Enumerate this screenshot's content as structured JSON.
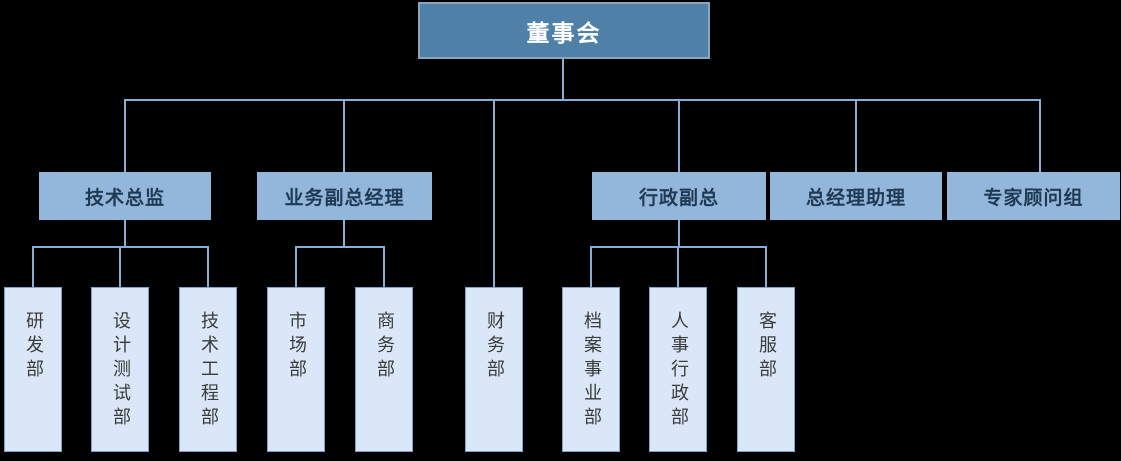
{
  "org": {
    "root": {
      "label": "董事会"
    },
    "managers": [
      {
        "label": "技术总监",
        "reports_to": "董事会"
      },
      {
        "label": "业务副总经理",
        "reports_to": "董事会"
      },
      {
        "label": "行政副总",
        "reports_to": "董事会"
      },
      {
        "label": "总经理助理",
        "reports_to": "董事会"
      },
      {
        "label": "专家顾问组",
        "reports_to": "董事会"
      }
    ],
    "departments": [
      {
        "label": "研发部",
        "reports_to": "技术总监"
      },
      {
        "label": "设计测试部",
        "reports_to": "技术总监"
      },
      {
        "label": "技术工程部",
        "reports_to": "技术总监"
      },
      {
        "label": "市场部",
        "reports_to": "业务副总经理"
      },
      {
        "label": "商务部",
        "reports_to": "业务副总经理"
      },
      {
        "label": "财务部",
        "reports_to": "董事会"
      },
      {
        "label": "档案事业部",
        "reports_to": "行政副总"
      },
      {
        "label": "人事行政部",
        "reports_to": "行政副总"
      },
      {
        "label": "客服部",
        "reports_to": "行政副总"
      }
    ]
  },
  "colors": {
    "background": "#000000",
    "root_fill": "#4e80a8",
    "root_border": "#8ba6ba",
    "root_text": "#ffffff",
    "manager_fill": "#93b6db",
    "manager_text": "#1f3a54",
    "department_fill": "#d9e7f8",
    "department_border": "#7fa3c6",
    "department_text": "#3b3b3b",
    "connector": "#88aed4"
  }
}
